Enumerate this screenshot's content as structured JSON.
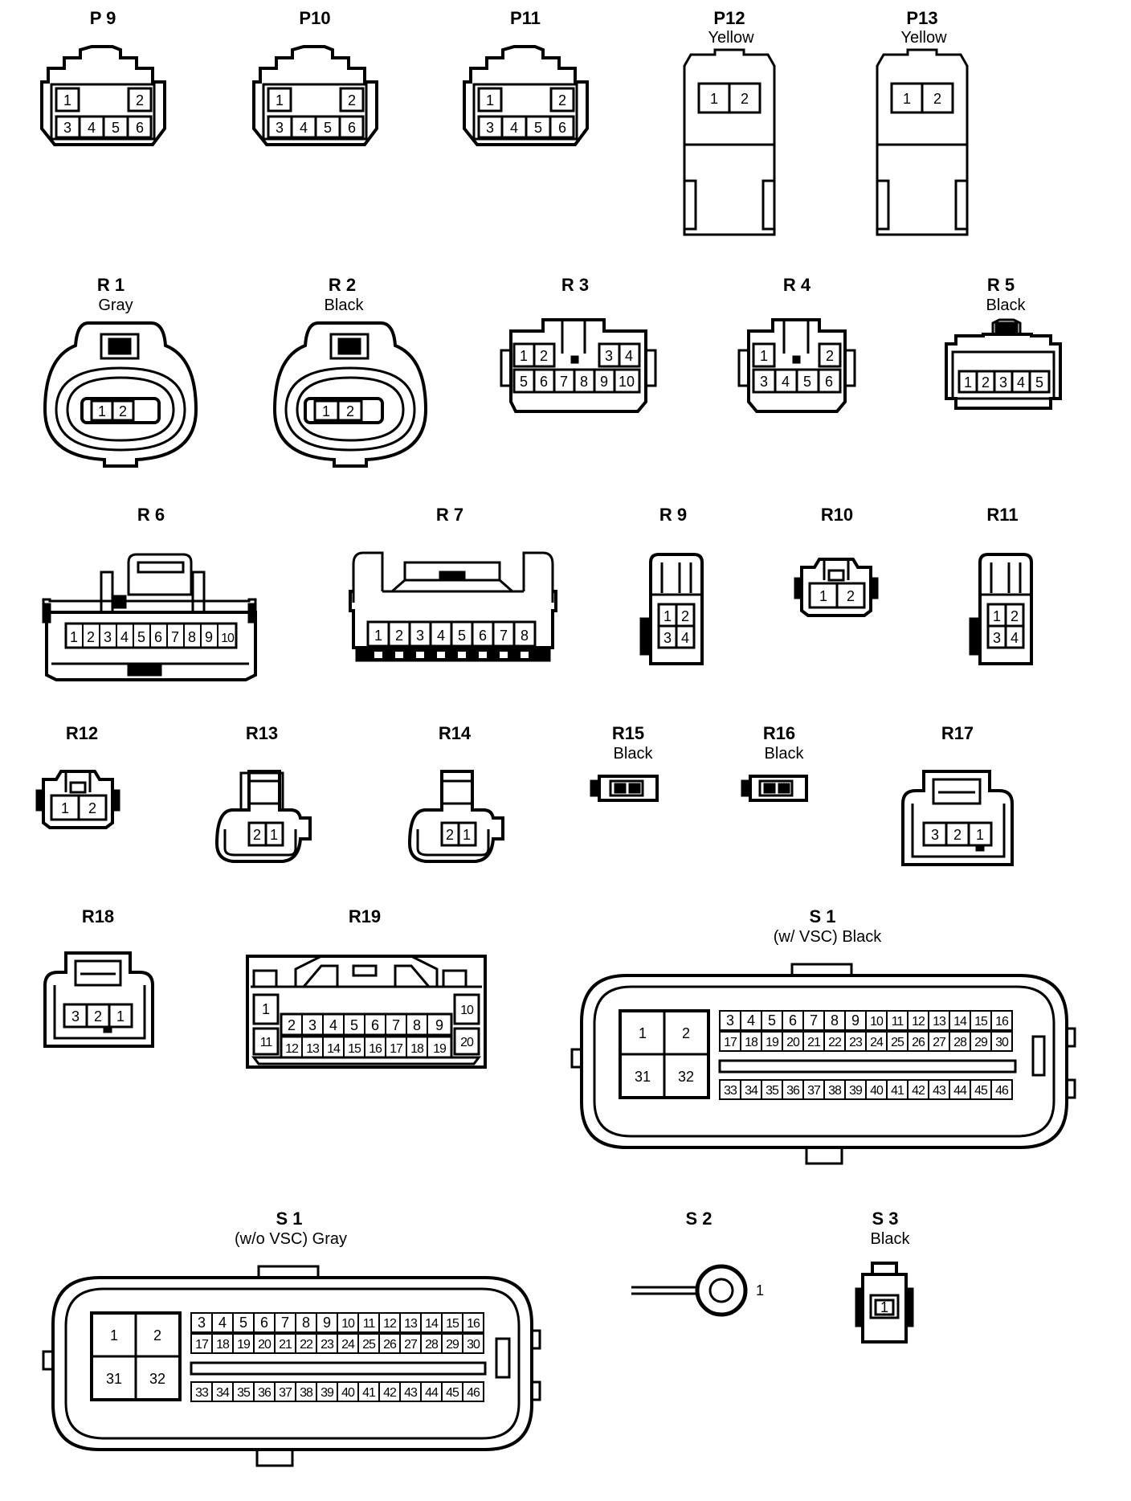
{
  "connectors": {
    "P9": {
      "name": "P 9",
      "pins": [
        "1",
        "2",
        "3",
        "4",
        "5",
        "6"
      ]
    },
    "P10": {
      "name": "P10",
      "pins": [
        "1",
        "2",
        "3",
        "4",
        "5",
        "6"
      ]
    },
    "P11": {
      "name": "P11",
      "pins": [
        "1",
        "2",
        "3",
        "4",
        "5",
        "6"
      ]
    },
    "P12": {
      "name": "P12",
      "color": "Yellow",
      "pins": [
        "1",
        "2"
      ]
    },
    "P13": {
      "name": "P13",
      "color": "Yellow",
      "pins": [
        "1",
        "2"
      ]
    },
    "R1": {
      "name": "R 1",
      "color": "Gray",
      "pins": [
        "1",
        "2"
      ]
    },
    "R2": {
      "name": "R 2",
      "color": "Black",
      "pins": [
        "1",
        "2"
      ]
    },
    "R3": {
      "name": "R 3",
      "pins": [
        "1",
        "2",
        "3",
        "4",
        "5",
        "6",
        "7",
        "8",
        "9",
        "10"
      ]
    },
    "R4": {
      "name": "R 4",
      "pins": [
        "1",
        "2",
        "3",
        "4",
        "5",
        "6"
      ]
    },
    "R5": {
      "name": "R 5",
      "color": "Black",
      "pins": [
        "1",
        "2",
        "3",
        "4",
        "5"
      ]
    },
    "R6": {
      "name": "R 6",
      "pins": [
        "1",
        "2",
        "3",
        "4",
        "5",
        "6",
        "7",
        "8",
        "9",
        "10"
      ]
    },
    "R7": {
      "name": "R 7",
      "pins": [
        "1",
        "2",
        "3",
        "4",
        "5",
        "6",
        "7",
        "8"
      ]
    },
    "R9": {
      "name": "R 9",
      "pins": [
        "1",
        "2",
        "3",
        "4"
      ]
    },
    "R10": {
      "name": "R10",
      "pins": [
        "1",
        "2"
      ]
    },
    "R11": {
      "name": "R11",
      "pins": [
        "1",
        "2",
        "3",
        "4"
      ]
    },
    "R12": {
      "name": "R12",
      "pins": [
        "1",
        "2"
      ]
    },
    "R13": {
      "name": "R13",
      "pins": [
        "2",
        "1"
      ]
    },
    "R14": {
      "name": "R14",
      "pins": [
        "2",
        "1"
      ]
    },
    "R15": {
      "name": "R15",
      "color": "Black",
      "pins": []
    },
    "R16": {
      "name": "R16",
      "color": "Black",
      "pins": []
    },
    "R17": {
      "name": "R17",
      "pins": [
        "3",
        "2",
        "1"
      ]
    },
    "R18": {
      "name": "R18",
      "pins": [
        "3",
        "2",
        "1"
      ]
    },
    "R19": {
      "name": "R19",
      "pins": [
        "1",
        "2",
        "3",
        "4",
        "5",
        "6",
        "7",
        "8",
        "9",
        "10",
        "11",
        "12",
        "13",
        "14",
        "15",
        "16",
        "17",
        "18",
        "19",
        "20"
      ]
    },
    "S1vsc": {
      "name": "S 1",
      "variant": "(w/ VSC)  Black"
    },
    "S1novsc": {
      "name": "S 1",
      "variant": "(w/o VSC)  Gray"
    },
    "S2": {
      "name": "S 2",
      "pins": [
        "1"
      ]
    },
    "S3": {
      "name": "S 3",
      "color": "Black",
      "pins": [
        "1"
      ]
    }
  },
  "s1_pins": {
    "big": [
      "1",
      "2",
      "31",
      "32"
    ],
    "row1": [
      "3",
      "4",
      "5",
      "6",
      "7",
      "8",
      "9",
      "10",
      "11",
      "12",
      "13",
      "14",
      "15",
      "16"
    ],
    "row2": [
      "17",
      "18",
      "19",
      "20",
      "21",
      "22",
      "23",
      "24",
      "25",
      "26",
      "27",
      "28",
      "29",
      "30"
    ],
    "row3": [
      "33",
      "34",
      "35",
      "36",
      "37",
      "38",
      "39",
      "40",
      "41",
      "42",
      "43",
      "44",
      "45",
      "46"
    ]
  }
}
